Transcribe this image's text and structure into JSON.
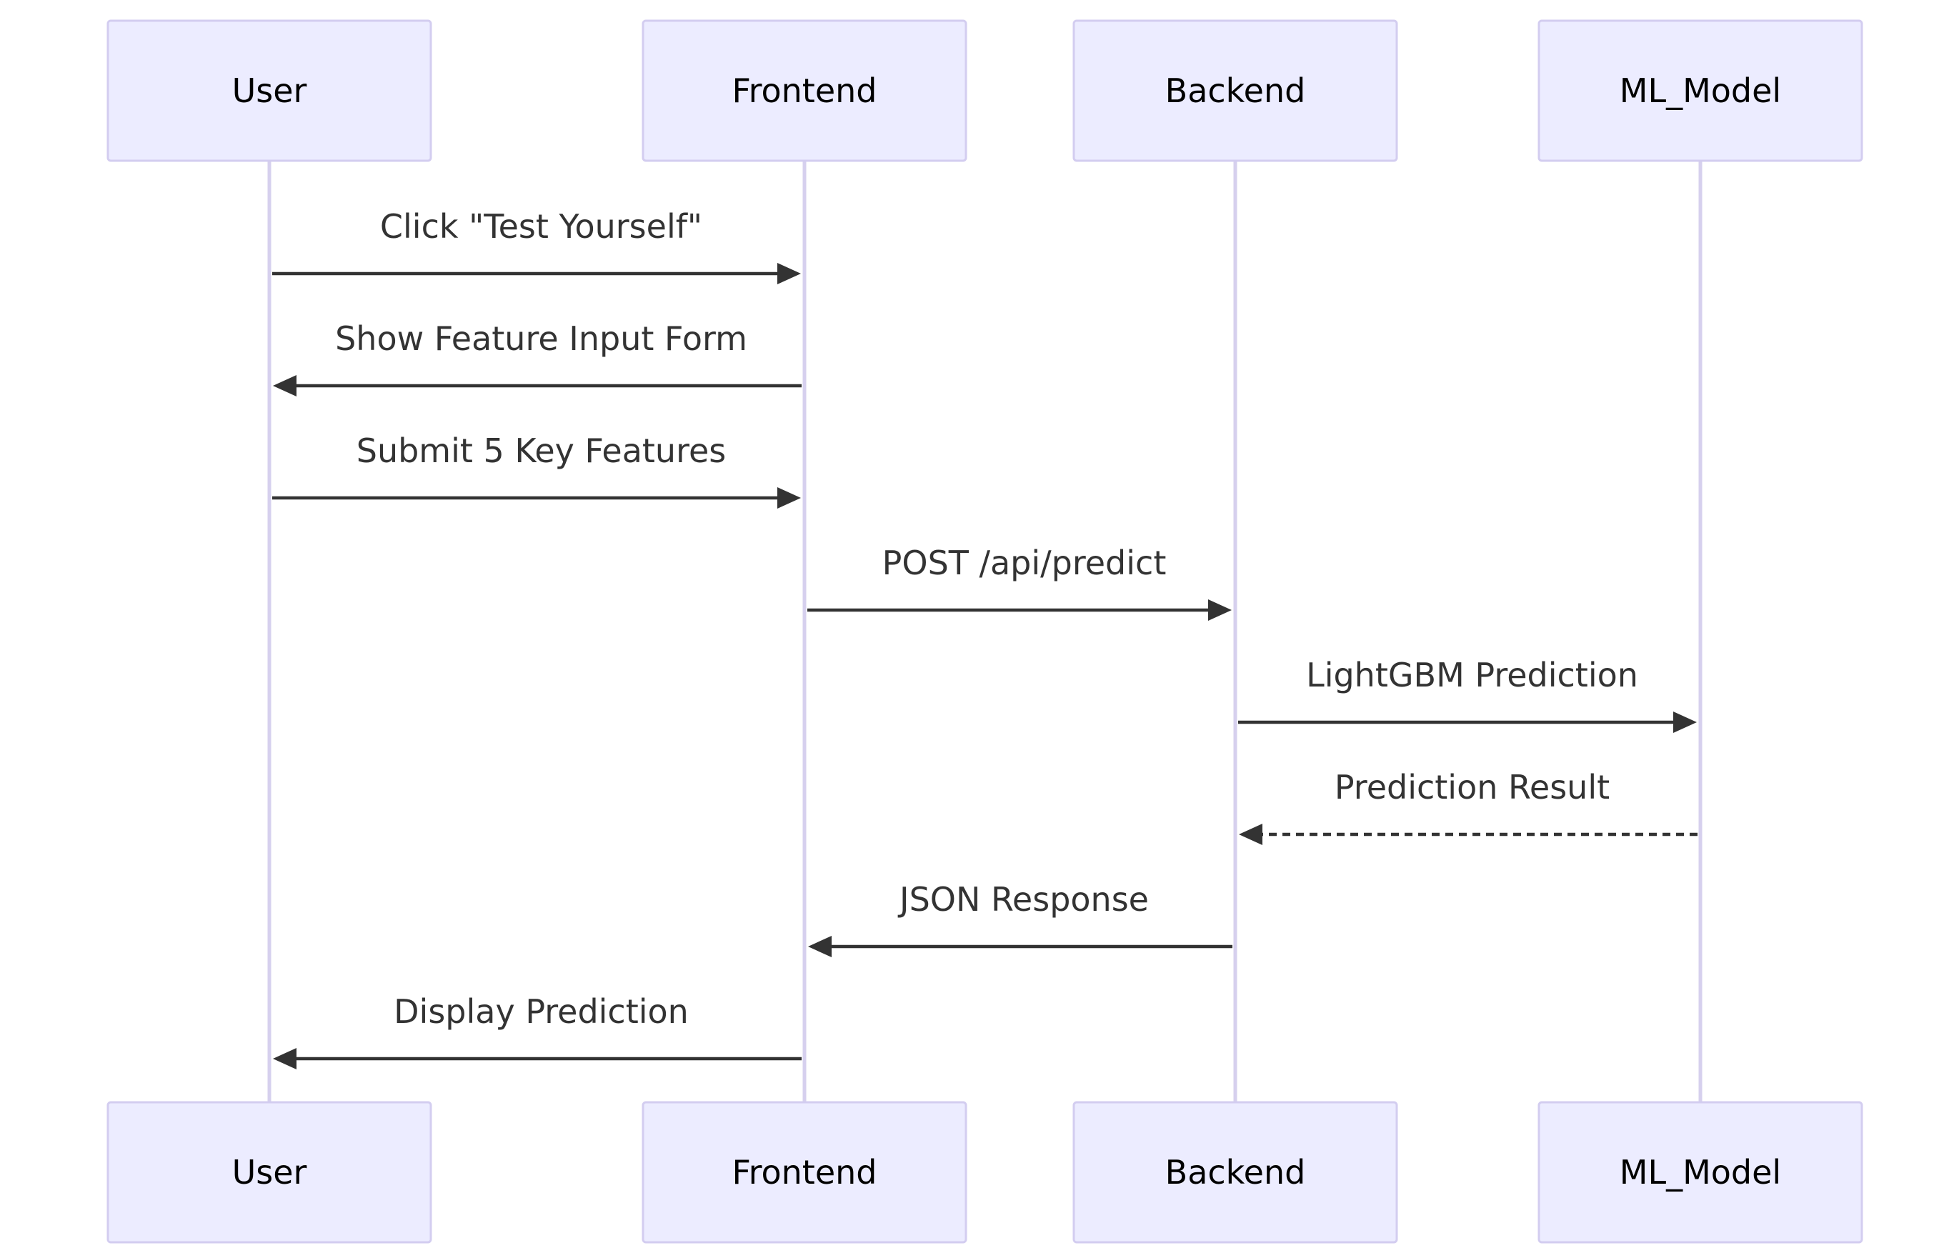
{
  "participants": [
    {
      "id": "user",
      "label": "User"
    },
    {
      "id": "frontend",
      "label": "Frontend"
    },
    {
      "id": "backend",
      "label": "Backend"
    },
    {
      "id": "ml_model",
      "label": "ML_Model"
    }
  ],
  "messages": [
    {
      "from": "user",
      "to": "frontend",
      "label": "Click \"Test Yourself\"",
      "style": "solid"
    },
    {
      "from": "frontend",
      "to": "user",
      "label": "Show Feature Input Form",
      "style": "solid"
    },
    {
      "from": "user",
      "to": "frontend",
      "label": "Submit 5 Key Features",
      "style": "solid"
    },
    {
      "from": "frontend",
      "to": "backend",
      "label": "POST /api/predict",
      "style": "solid"
    },
    {
      "from": "backend",
      "to": "ml_model",
      "label": "LightGBM Prediction",
      "style": "solid"
    },
    {
      "from": "ml_model",
      "to": "backend",
      "label": "Prediction Result",
      "style": "dashed"
    },
    {
      "from": "backend",
      "to": "frontend",
      "label": "JSON Response",
      "style": "solid"
    },
    {
      "from": "frontend",
      "to": "user",
      "label": "Display Prediction",
      "style": "solid"
    }
  ],
  "colors": {
    "actor_fill": "#ececff",
    "actor_border": "#d3cdf0",
    "lifeline": "#d6d0ee",
    "message_line": "#333333",
    "text": "#333333"
  }
}
